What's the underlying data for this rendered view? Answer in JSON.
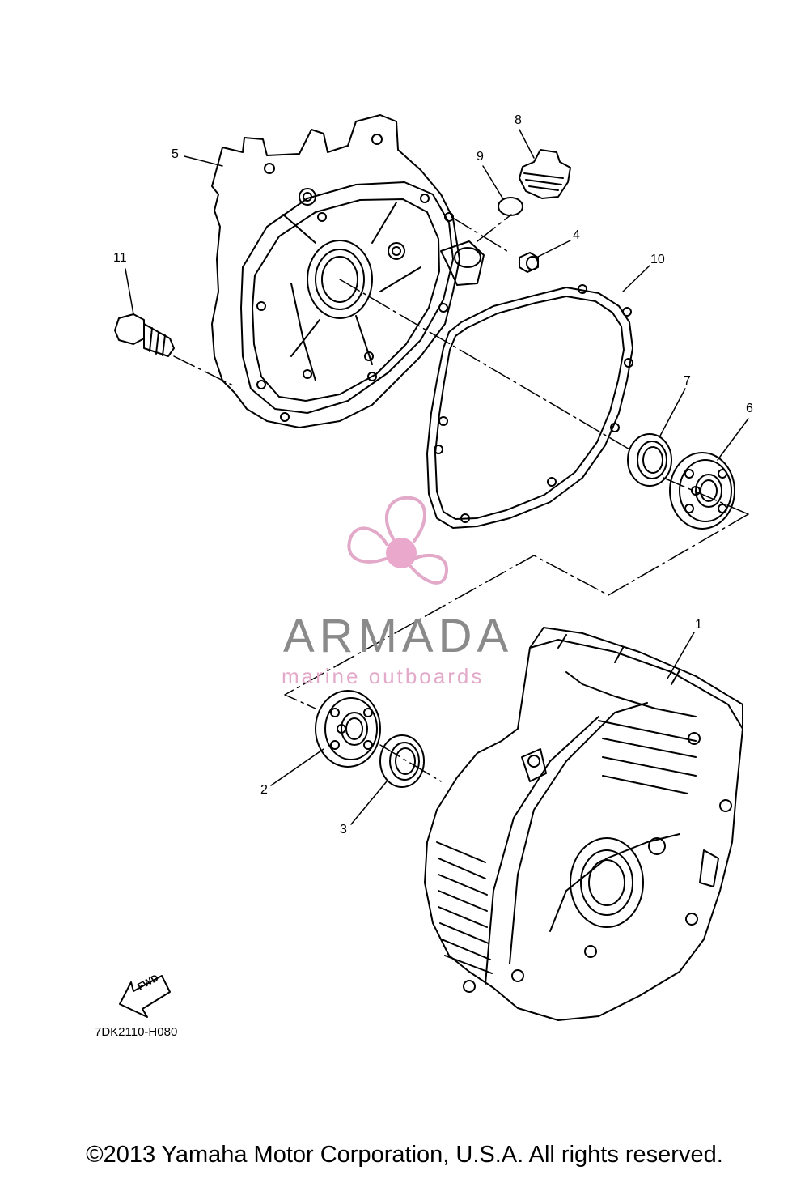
{
  "callouts": {
    "p1": "1",
    "p2": "2",
    "p3": "3",
    "p4": "4",
    "p5": "5",
    "p6": "6",
    "p7": "7",
    "p8": "8",
    "p9": "9",
    "p10": "10",
    "p11": "11"
  },
  "watermark": {
    "brand": "ARMADA",
    "tagline": "marine outboards",
    "colors": {
      "grey": "#8a8a8a",
      "pink": "#e2a9c9",
      "pink_fill": "#e9a8cc"
    }
  },
  "fwd_marker": "FWD",
  "diagram_code": "7DK2110-H080",
  "copyright": "©2013 Yamaha Motor Corporation, U.S.A. All rights reserved."
}
